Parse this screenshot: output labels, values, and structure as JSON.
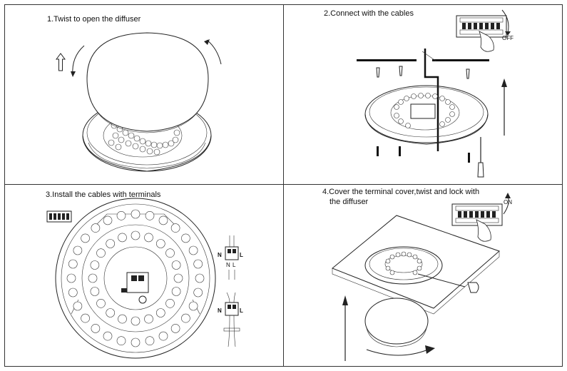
{
  "steps": [
    {
      "caption": "1.Twist to open the diffuser"
    },
    {
      "caption": "2.Connect with the cables",
      "switch_label": "OFF"
    },
    {
      "caption": "3.Install the cables with terminals",
      "terminal_left": "N",
      "terminal_right": "L",
      "wire_n": "N",
      "wire_l": "L"
    },
    {
      "caption_line1": "4.Cover the terminal cover,twist and lock with",
      "caption_line2": "the diffuser",
      "switch_label": "ON"
    }
  ],
  "colors": {
    "line": "#222222",
    "background": "#ffffff",
    "panel_border": "#333333"
  },
  "icons": [
    "up-arrow-icon",
    "rotate-arrow-icon",
    "fuse-box-icon",
    "screwdriver-icon",
    "terminal-block-icon",
    "hand-icon"
  ]
}
